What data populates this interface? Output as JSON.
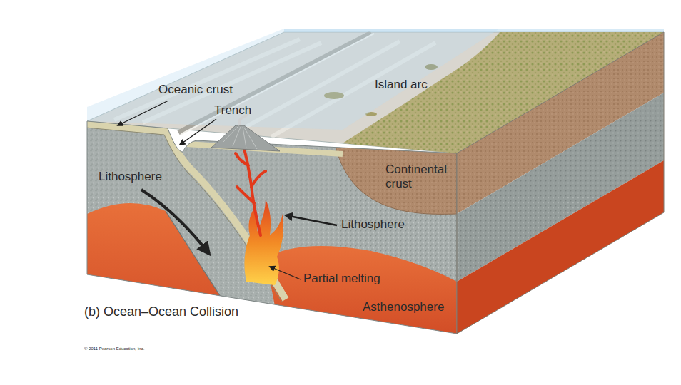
{
  "diagram": {
    "caption": "(b) Ocean–Ocean Collision",
    "labels": [
      "Oceanic crust",
      "Trench",
      "Island arc",
      "Lithosphere",
      "Continental crust",
      "Lithosphere",
      "Partial melting",
      "Asthenosphere",
      "© 2011 Pearson Education, Inc."
    ]
  }
}
